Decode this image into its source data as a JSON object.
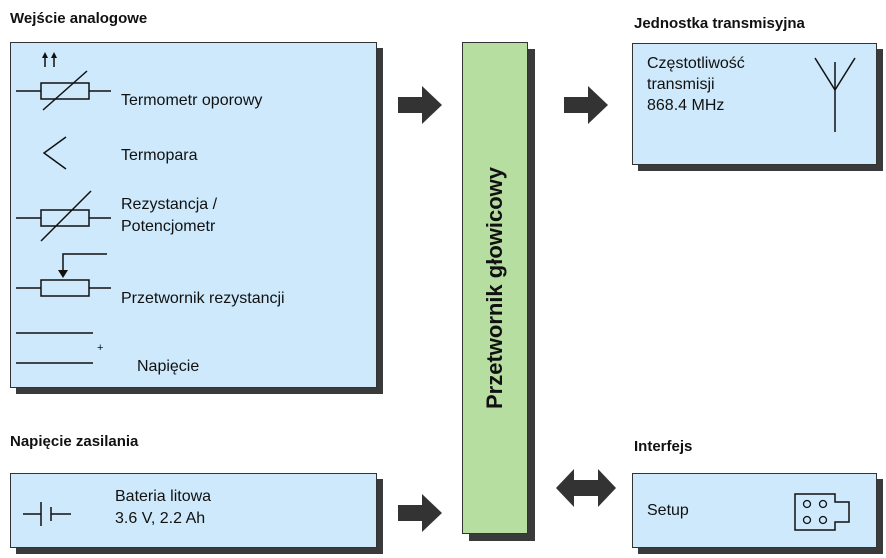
{
  "colors": {
    "panel_fill": "#cde9fb",
    "processor_fill": "#b6dea0",
    "shadow": "#3a3a3a",
    "arrow": "#333333"
  },
  "analog_input": {
    "heading": "Wejście analogowe",
    "items": [
      {
        "label": "Termometr oporowy",
        "icon": "resistance-thermometer-symbol"
      },
      {
        "label": "Termopara",
        "icon": "thermocouple-symbol"
      },
      {
        "label_line1": "Rezystancja /",
        "label_line2": "Potencjometr",
        "icon": "variable-resistor-symbol"
      },
      {
        "label": "Przetwornik rezystancji",
        "icon": "potentiometer-symbol"
      },
      {
        "label": "Napięcie",
        "icon": "voltage-symbol",
        "plus_sign": "+"
      }
    ]
  },
  "power": {
    "heading": "Napięcie zasilania",
    "line1": "Bateria litowa",
    "line2": "3.6 V, 2.2 Ah",
    "icon": "battery-symbol"
  },
  "processor": {
    "label": "Przetwornik głowicowy"
  },
  "transmission": {
    "heading": "Jednostka transmisyjna",
    "line1": "Częstotliwość",
    "line2": "transmisji",
    "line3": "868.4 MHz",
    "icon": "antenna-symbol"
  },
  "interface": {
    "heading": "Interfejs",
    "label": "Setup",
    "icon": "connector-symbol"
  }
}
